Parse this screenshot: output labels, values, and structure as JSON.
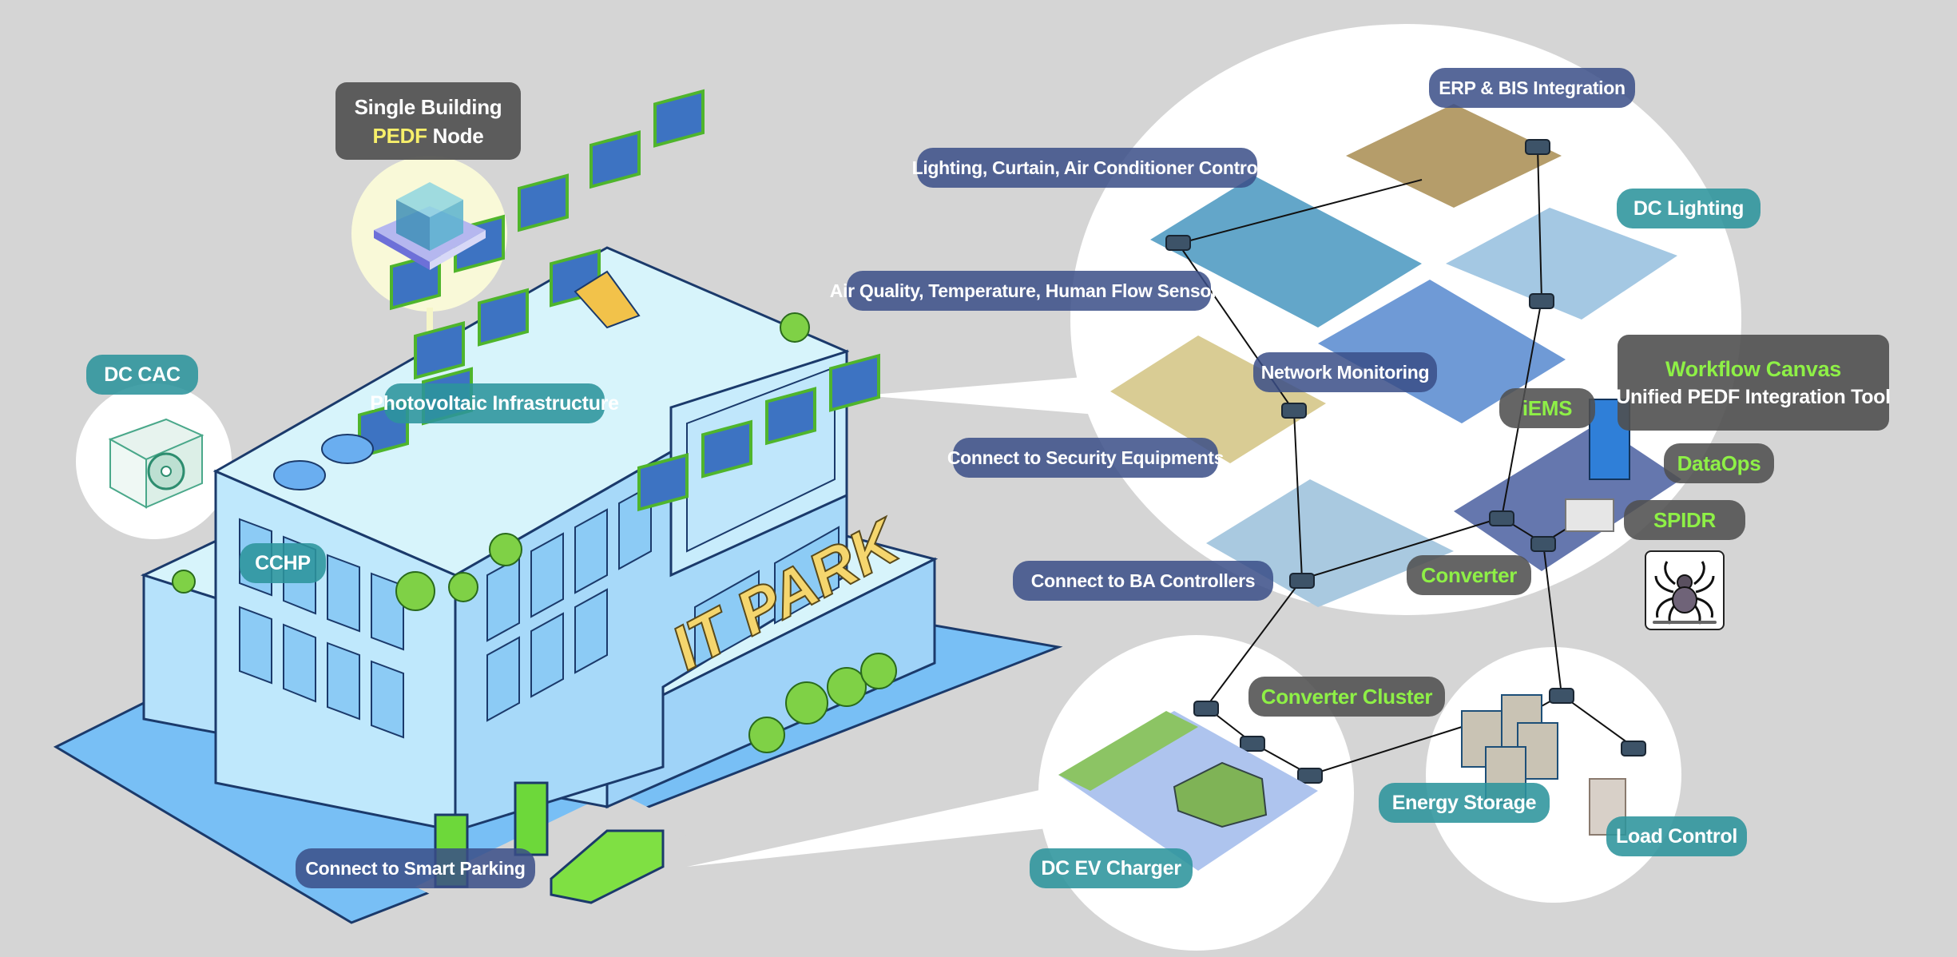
{
  "left_building": {
    "sign_text": "IT PARK",
    "node_label": {
      "line1": "Single Building",
      "line2_highlight": "PEDF",
      "line2_rest": " Node"
    },
    "labels": {
      "dc_cac": "DC CAC",
      "photovoltaic": "Photovoltaic Infrastructure",
      "cchp": "CCHP",
      "smart_parking": "Connect to Smart Parking"
    }
  },
  "right_network": {
    "labels": {
      "erp_bis": "ERP & BIS Integration",
      "lighting_curtain": "Lighting, Curtain, Air Conditioner Control",
      "dc_lighting": "DC Lighting",
      "air_quality": "Air Quality,  Temperature,  Human Flow Sensors",
      "network_monitoring": "Network Monitoring",
      "iems": "iEMS",
      "security": "Connect to Security Equipments",
      "ba_controllers": "Connect to BA Controllers",
      "converter": "Converter",
      "dataops": "DataOps",
      "spidr": "SPIDR",
      "converter_cluster": "Converter Cluster",
      "energy_storage": "Energy Storage",
      "load_control": "Load Control",
      "dc_ev_charger": "DC EV Charger"
    },
    "workflow_canvas": {
      "title": "Workflow Canvas",
      "subtitle": "Unified PEDF Integration Tool"
    }
  },
  "colors": {
    "background": "#d5d5d5",
    "navy_label": "#3a4e87",
    "teal_label": "#2c949c",
    "gray_label": "#505050",
    "green_text": "#8ef046",
    "pedf_yellow": "#f7ef6a"
  }
}
